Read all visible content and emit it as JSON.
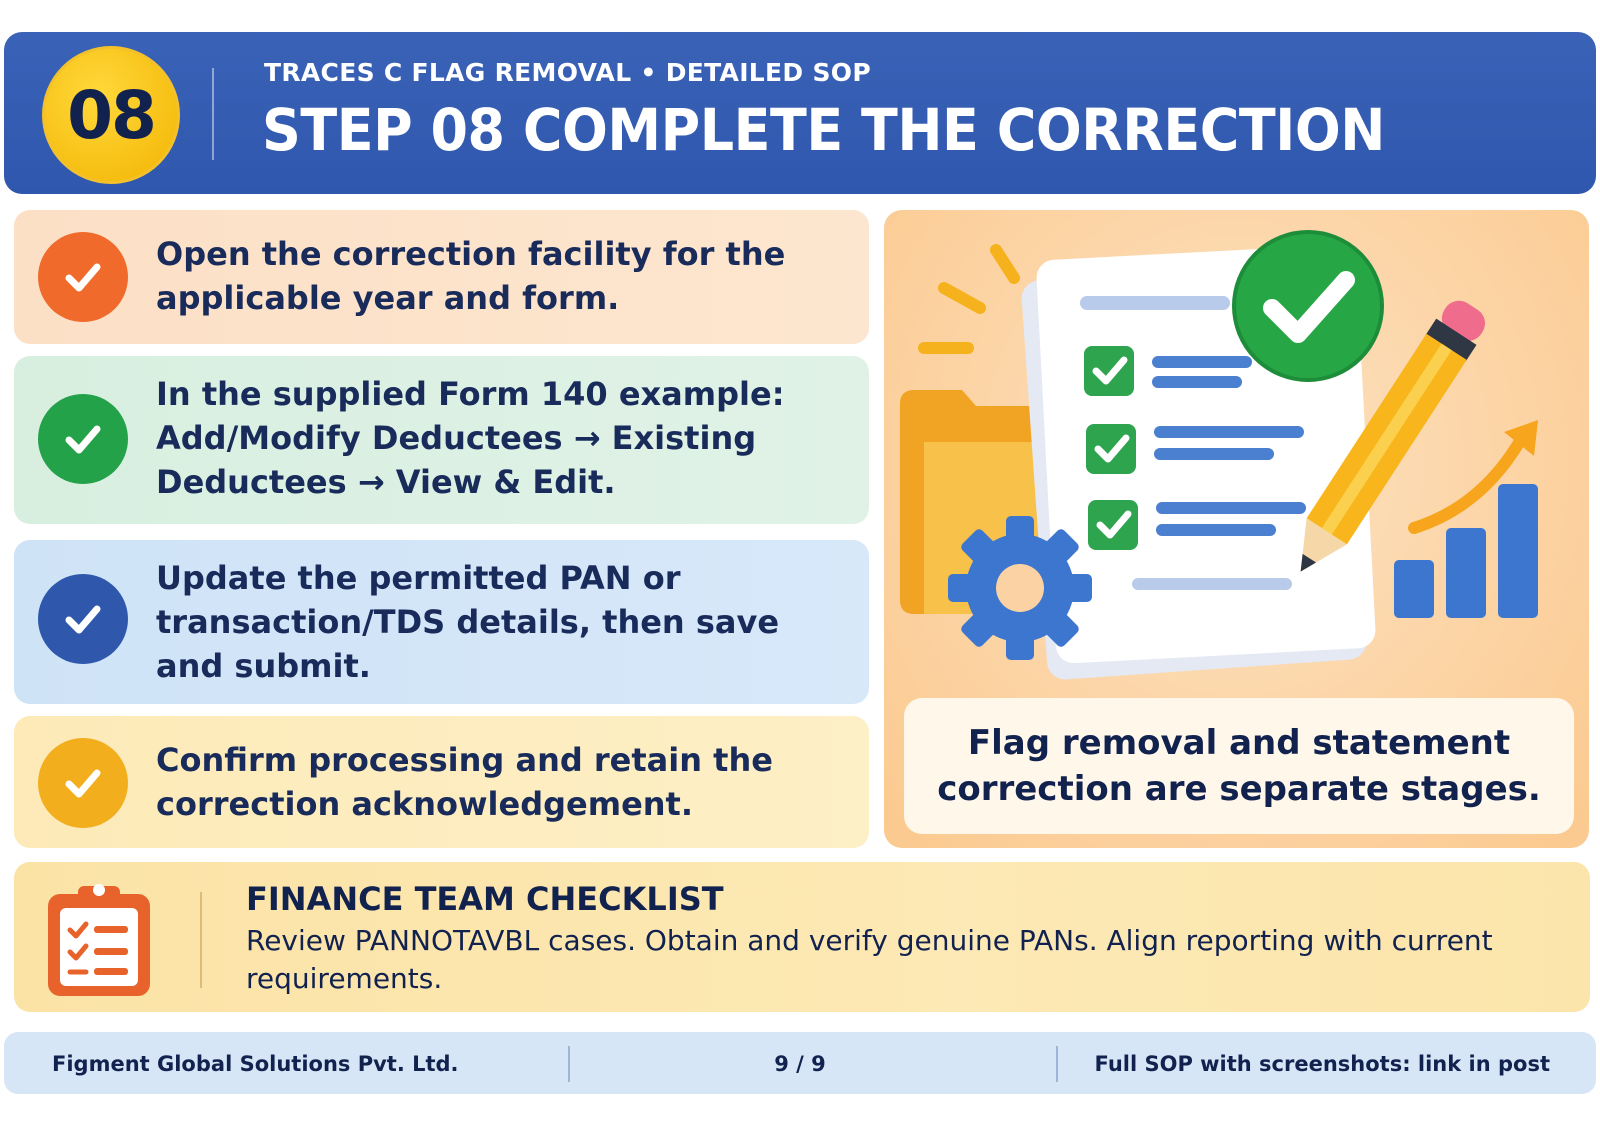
{
  "header": {
    "step_number": "08",
    "kicker": "TRACES C FLAG REMOVAL • DETAILED SOP",
    "title": "STEP 08  COMPLETE THE CORRECTION"
  },
  "steps": [
    {
      "text": "Open the correction facility for the applicable year and form.",
      "color": "#f06a2c"
    },
    {
      "text": "In the supplied Form 140 example: Add/Modify Deductees → Existing Deductees → View & Edit.",
      "color": "#23a24a"
    },
    {
      "text": "Update the permitted PAN or transaction/TDS details, then save and submit.",
      "color": "#2f58ac"
    },
    {
      "text": "Confirm processing and retain the correction acknowledgement.",
      "color": "#f3ae1e"
    }
  ],
  "illustration": {
    "icons": [
      "folder-icon",
      "checklist-document-icon",
      "checkmark-badge-icon",
      "gear-icon",
      "pencil-icon",
      "bar-chart-icon",
      "trend-arrow-icon"
    ],
    "note": "Flag removal and statement correction are separate stages."
  },
  "checklist": {
    "icon": "clipboard-checklist-icon",
    "title": "FINANCE TEAM CHECKLIST",
    "body": "Review PANNOTAVBL cases. Obtain and verify genuine PANs. Align reporting with current requirements."
  },
  "footer": {
    "company": "Figment Global Solutions Pvt. Ltd.",
    "page": "9 / 9",
    "link_note": "Full SOP with screenshots: link in post"
  }
}
